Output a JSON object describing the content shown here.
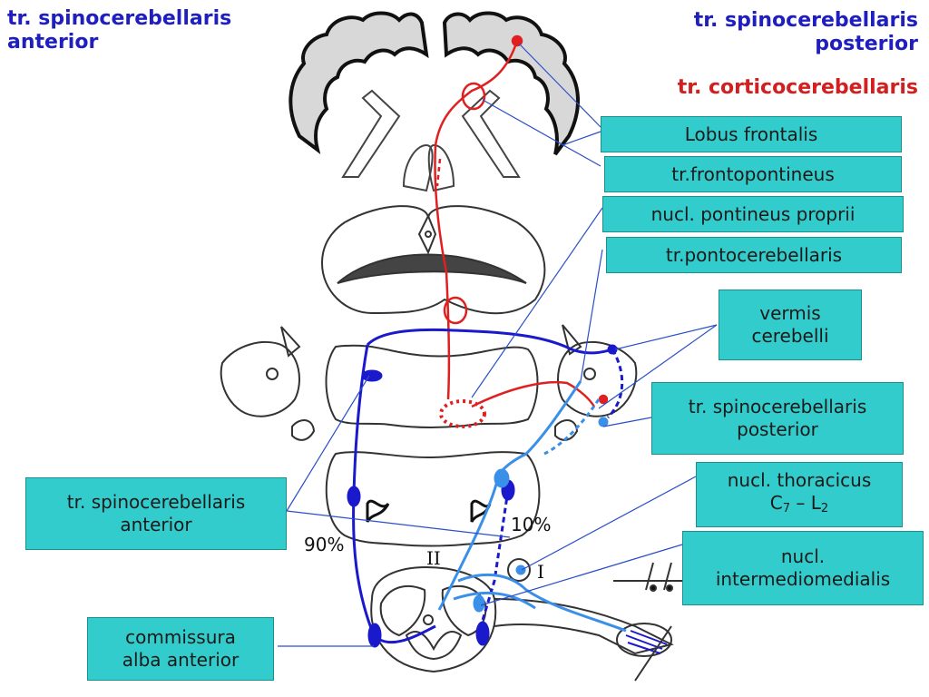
{
  "titles": {
    "left_line1": "tr. spinocerebellaris",
    "left_line2": "anterior",
    "right_line1": "tr. spinocerebellaris",
    "right_line2": "posterior",
    "cortico": "tr. corticocerebellaris"
  },
  "labels": {
    "lobus_frontalis": "Lobus frontalis",
    "frontopontineus": "tr.frontopontineus",
    "pontineus_proprii": "nucl. pontineus proprii",
    "pontocerebellaris": "tr.pontocerebellaris",
    "vermis_line1": "vermis",
    "vermis_line2": "cerebelli",
    "spc_posterior_line1": "tr. spinocerebellaris",
    "spc_posterior_line2": "posterior",
    "thoracicus_line1": "nucl. thoracicus",
    "thoracicus_c": "C",
    "thoracicus_c_sub": "7",
    "thoracicus_dash": " – L",
    "thoracicus_l_sub": "2",
    "intermedio_line1": "nucl.",
    "intermedio_line2": "intermediomedialis",
    "spc_anterior_line1": "tr. spinocerebellaris",
    "spc_anterior_line2": "anterior",
    "commissura_line1": "commissura",
    "commissura_line2": "alba anterior"
  },
  "annotations": {
    "pct_90": "90%",
    "pct_10": "10%",
    "roman_ii": "II",
    "roman_i": "I"
  },
  "colors": {
    "blue_title": "#1f1fbf",
    "red_title": "#d21f1f",
    "label_box": "#33cccc",
    "tract_dark_blue": "#1a1acc",
    "tract_light_blue": "#3a8fe8",
    "tract_red": "#e02020"
  }
}
